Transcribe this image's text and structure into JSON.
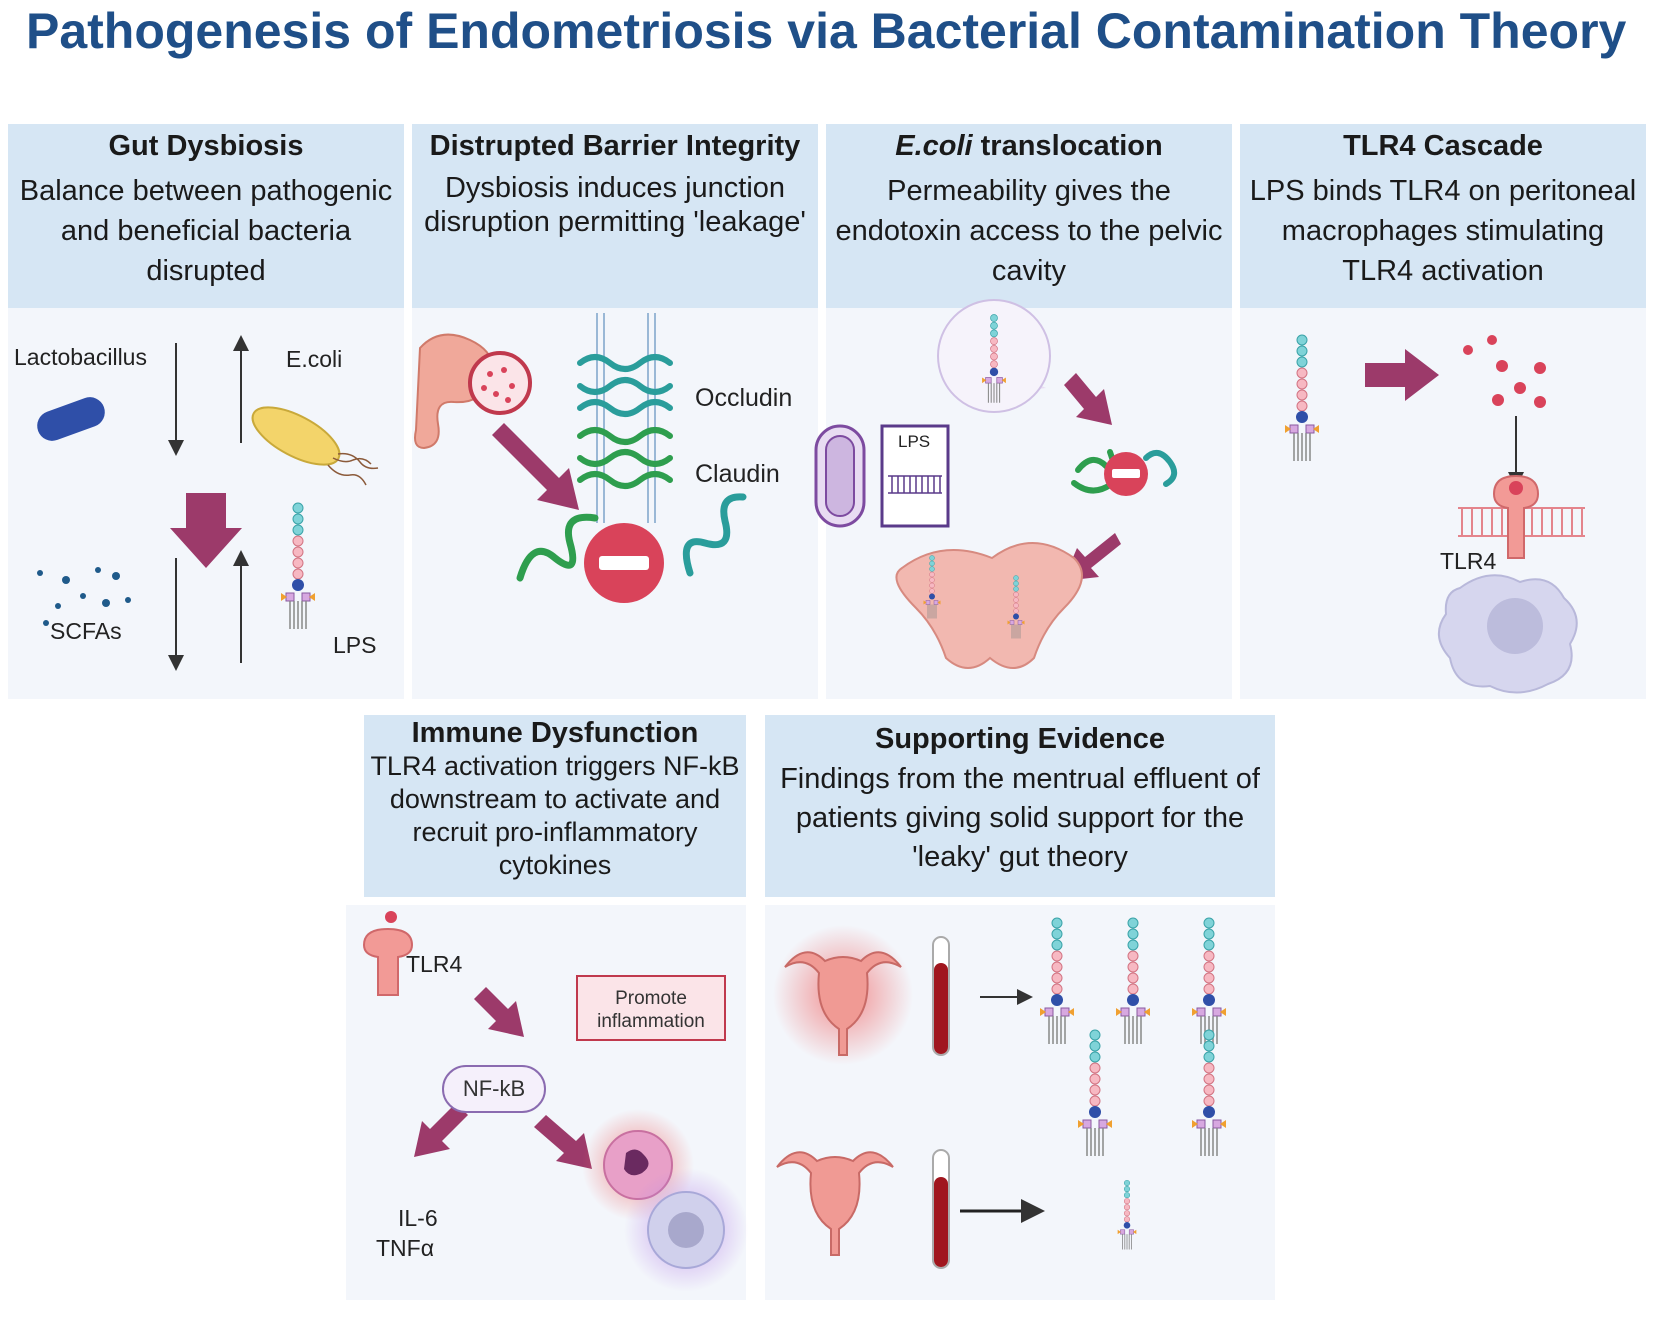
{
  "title": "Pathogenesis of Endometriosis via Bacterial Contamination Theory",
  "panels": {
    "gut": {
      "title": "Gut Dysbiosis",
      "description": "Balance between pathogenic and beneficial bacteria disrupted",
      "labels": {
        "lactobacillus": "Lactobacillus",
        "ecoli": "E.coli",
        "scfas": "SCFAs",
        "lps": "LPS"
      }
    },
    "barrier": {
      "title": "Distrupted Barrier Integrity",
      "description": "Dysbiosis induces junction disruption permitting 'leakage'",
      "labels": {
        "occludin": "Occludin",
        "claudin": "Claudin"
      }
    },
    "translocation": {
      "title_italic": "E.coli",
      "title_rest": " translocation",
      "description": "Permeability gives the endotoxin access to the pelvic cavity",
      "labels": {
        "lps": "LPS"
      }
    },
    "tlr4": {
      "title": "TLR4 Cascade",
      "description": "LPS binds TLR4 on peritoneal macrophages stimulating TLR4 activation",
      "labels": {
        "tlr4": "TLR4"
      }
    },
    "immune": {
      "title": "Immune Dysfunction",
      "description": "TLR4 activation triggers NF-kB downstream to activate and recruit pro-inflammatory cytokines",
      "labels": {
        "tlr4": "TLR4",
        "nfkb": "NF-kB",
        "promote": "Promote inflammation",
        "il6": "IL-6",
        "tnfa": "TNFα"
      }
    },
    "evidence": {
      "title": "Supporting Evidence",
      "description": "Findings from the mentrual effluent of patients giving solid support for the 'leaky' gut theory"
    }
  },
  "colors": {
    "title": "#1f4f88",
    "header_bg": "#d6e6f4",
    "body_bg": "#f3f6fb",
    "arrow": "#9c3a6a",
    "inhibit": "#d9435a",
    "teal": "#2a9d9b",
    "green": "#2e9e4e"
  }
}
